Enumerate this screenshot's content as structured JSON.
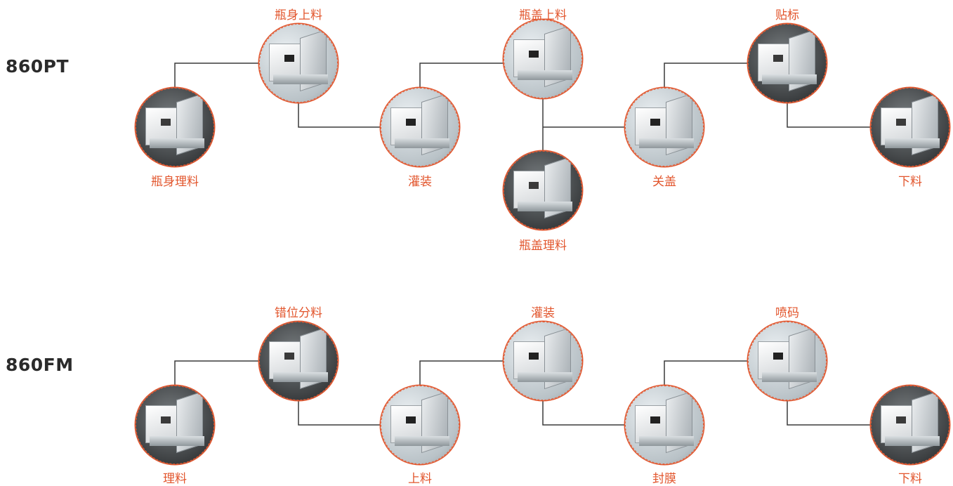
{
  "accent_color": "#e2552c",
  "connector_color": "#3a3a3a",
  "rows": [
    {
      "model": "860PT",
      "steps": [
        {
          "id": "bottle-sorting",
          "label": "瓶身理料",
          "icon": "bottle-sorter-machine-icon"
        },
        {
          "id": "bottle-loading",
          "label": "瓶身上料",
          "icon": "bottle-loader-machine-icon"
        },
        {
          "id": "filling",
          "label": "灌装",
          "icon": "filling-wheel-machine-icon"
        },
        {
          "id": "cap-loading",
          "label": "瓶盖上料",
          "icon": "cap-loader-machine-icon"
        },
        {
          "id": "cap-sorting",
          "label": "瓶盖理料",
          "icon": "cap-sorter-machine-icon"
        },
        {
          "id": "capping",
          "label": "关盖",
          "icon": "capping-head-machine-icon"
        },
        {
          "id": "labeling",
          "label": "贴标",
          "icon": "labeling-machine-icon"
        },
        {
          "id": "unloading",
          "label": "下料",
          "icon": "unloading-conveyor-machine-icon"
        }
      ]
    },
    {
      "model": "860FM",
      "steps": [
        {
          "id": "sorting",
          "label": "理料",
          "icon": "sorter-hopper-machine-icon"
        },
        {
          "id": "staggered-feeding",
          "label": "错位分料",
          "icon": "staggered-feeder-machine-icon"
        },
        {
          "id": "loading",
          "label": "上料",
          "icon": "loading-tray-machine-icon"
        },
        {
          "id": "filling",
          "label": "灌装",
          "icon": "filling-nozzle-machine-icon"
        },
        {
          "id": "sealing",
          "label": "封膜",
          "icon": "film-sealer-machine-icon"
        },
        {
          "id": "inkjet-coding",
          "label": "喷码",
          "icon": "inkjet-coder-machine-icon"
        },
        {
          "id": "unloading",
          "label": "下料",
          "icon": "unloading-chute-machine-icon"
        }
      ]
    }
  ]
}
